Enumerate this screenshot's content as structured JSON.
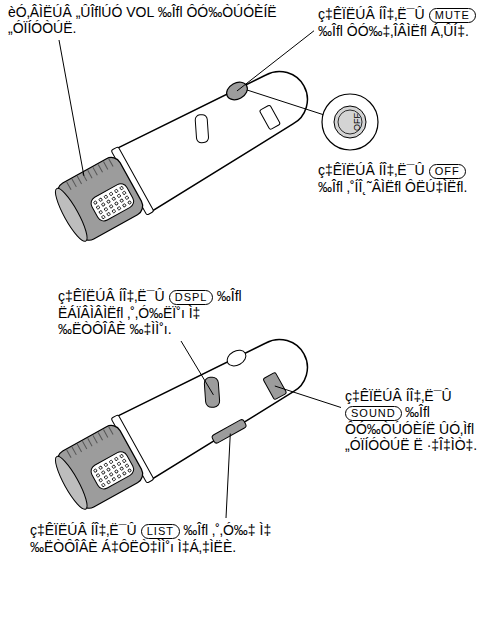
{
  "diagram": {
    "labels": [
      "èÓ‚ÂÌËÚÂ „ÛÎflÚÓ VOL ‰Îfl ÔÓ‰ÒÚÓÈÍË „ÓÏÍÓÒÚË.",
      "ç‡ÊÏËÚÂ ÍÎ‡‚Ë¯Û",
      "MUTE",
      "‰Îfl ÔÓ‰‡‚ÎÂÌËfl Á‚ÛÍ‡.",
      "OFF",
      "ç‡ÊÏËÚÂ ÍÎ‡‚Ë¯Û",
      "OFF",
      "‰Îfl ‚˚ÍÎ˛˜ÂÌËfl ÔËÚ‡ÌËfl.",
      "ç‡ÊÏËÚÂ ÍÎ‡‚Ë¯Û",
      "DSPL",
      "‰Îfl ËÁÏÂÌÂÌËfl ‚˚‚Ó‰ËÏ˚ı Ì‡ ‰ËÒÔÎÂÈ ‰‡ÌÌ˚ı.",
      "ç‡ÊÏËÚÂ ÍÎ‡‚Ë¯Û",
      "SOUND",
      "‰Îfl ÔÓ‰ÒÚÓÈÍË ÛÓ‚Ìfl „ÓÏÍÓÒÚË Ë ·‡Î‡ÌÒ‡.",
      "ç‡ÊÏËÚÂ ÍÎ‡‚Ë¯Û",
      "LIST",
      "‰Îfl ‚˚‚Ó‰‡ Ì‡ ‰ËÒÔÎÂÈ Á‡ÔËÒ‡ÌÌ˚ı Ì‡Á‚‡ÌËÈ."
    ]
  }
}
